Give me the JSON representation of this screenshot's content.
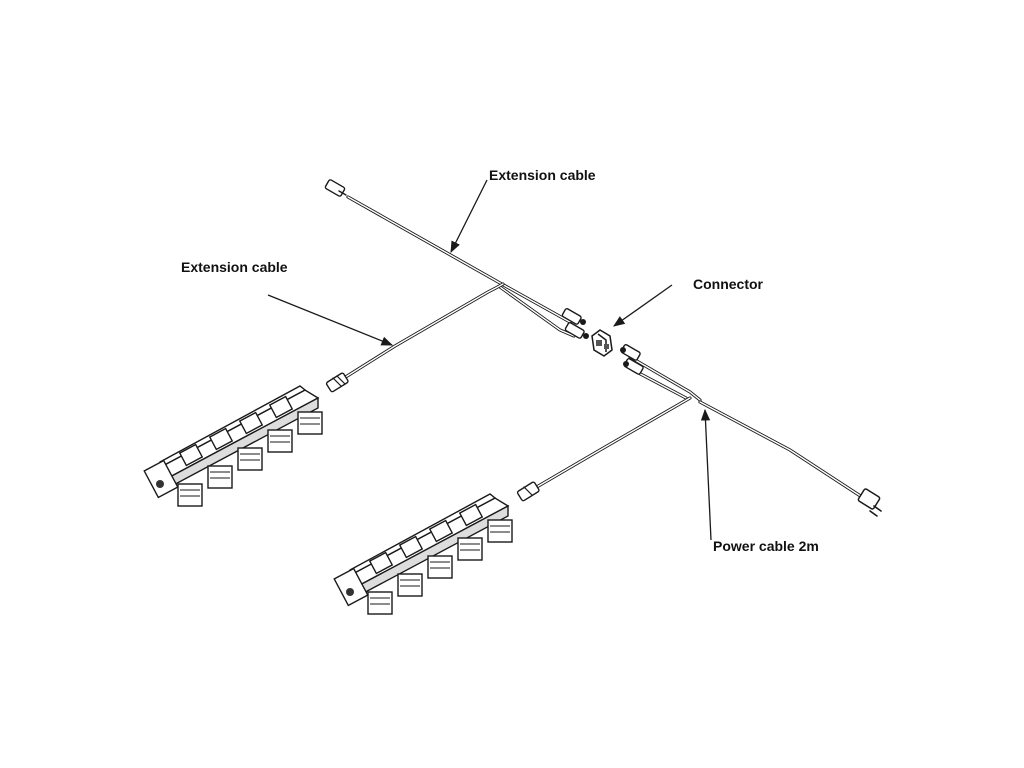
{
  "labels": {
    "extension_cable_top": "Extension cable",
    "extension_cable_left": "Extension cable",
    "connector": "Connector",
    "power_cable": "Power cable 2m"
  },
  "colors": {
    "line": "#1a1a1a",
    "fill": "#ffffff",
    "shade": "#555555",
    "background": "#ffffff"
  },
  "parts": {
    "fixture_count": 2,
    "lamp_heads_per_fixture": 5
  }
}
